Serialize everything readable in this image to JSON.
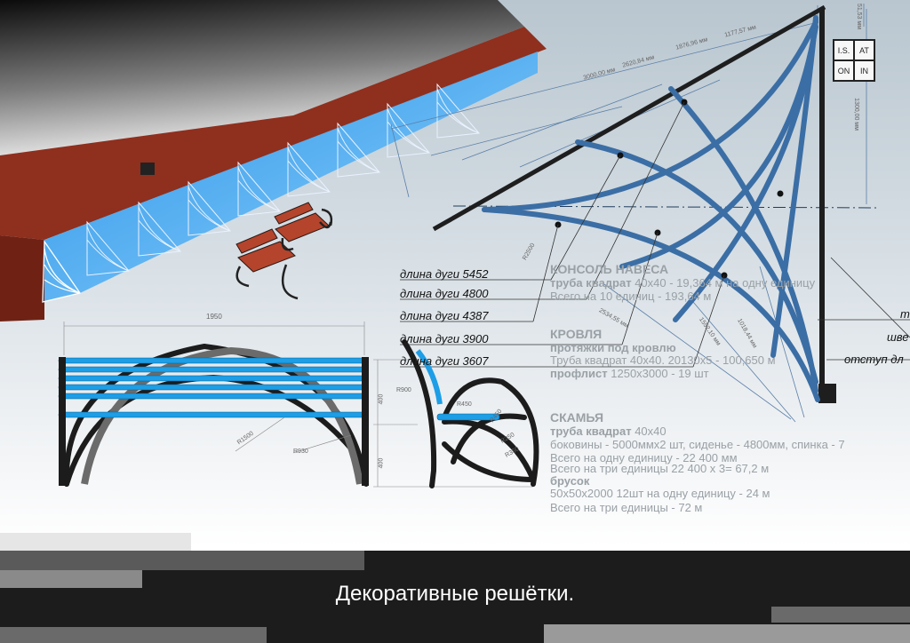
{
  "logo": {
    "cells": [
      "I.S.",
      "AT",
      "ON",
      "IN"
    ]
  },
  "arc_labels": [
    "длина дуги 5452",
    "длина дуги 4800",
    "длина дуги 4387",
    "длина дуги 3900",
    "длина дуги 3607"
  ],
  "console": {
    "heading": "КОНСОЛЬ НАВЕСА",
    "line1_bold": "труба квадрат",
    "line1_rest": " 40х40 - 19,364 м на одну единицу",
    "line2": "Всего на 10 единиц - 193,64 м"
  },
  "roof": {
    "heading": "КРОВЛЯ",
    "line1": "протяжки под кровлю",
    "line2": "Труба квадрат 40х40. 20130х5 - 100,650 м",
    "line3_bold": "профлист",
    "line3_rest": " 1250х3000 - 19 шт"
  },
  "bench": {
    "heading": "СКАМЬЯ",
    "line1_bold": "труба квадрат",
    "line1_rest": " 40х40",
    "line2": "боковины - 5000ммх2 шт, сиденье -  4800мм,  спинка - 7",
    "line3": "Всего на одну единицу - 22 400 мм",
    "line4": "Всего на три единицы 22 400 х 3= 67,2 м",
    "line5": "брусок",
    "line6": "50х50х2000 12шт на одну единицу - 24 м",
    "line7": "Всего на три единицы - 72 м"
  },
  "cut_labels": [
    "т",
    "шве",
    "отступ дл"
  ],
  "dims": {
    "d1": "3000,00 мм",
    "d2": "2620,84 мм",
    "d3": "1876,96 мм",
    "d4": "1177,57 мм",
    "d5": "1300,00 мм",
    "d6": "51,53 мм",
    "d7": "2534,55 мм",
    "d8": "1552,10 мм",
    "d9": "1018,44 мм",
    "r2500": "R2500",
    "bench_width": "1950",
    "r1500": "R1500",
    "r930": "R930",
    "h400a": "400",
    "h400b": "400",
    "r900": "R900",
    "r450a": "R450",
    "r450b": "R450",
    "r250": "R250",
    "r350": "R350"
  },
  "footer": {
    "title": "Декоративные решётки."
  }
}
